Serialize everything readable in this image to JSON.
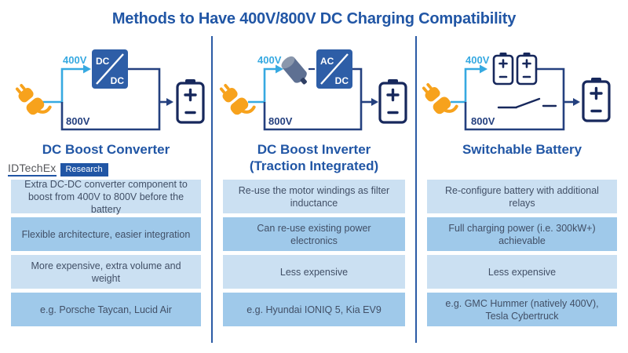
{
  "title": "Methods to Have 400V/800V DC Charging Compatibility",
  "watermark": {
    "brand": "IDTechEx",
    "tag": "Research"
  },
  "colors": {
    "title_blue": "#2156A5",
    "wire_light_blue": "#36A9E1",
    "wire_navy": "#24407F",
    "battery_navy": "#17285C",
    "converter_box_blue": "#2E5EA7",
    "plug_orange": "#F7A21C",
    "motor_gray_blue": "#5E7092",
    "box_light": "#CBE0F2",
    "box_dark": "#9FC9EA",
    "box_text": "#414F66"
  },
  "columns": [
    {
      "heading": "DC Boost Converter",
      "diagram": {
        "top_label": "400V",
        "bottom_label": "800V",
        "converter_top": "DC",
        "converter_bottom": "DC"
      },
      "points": [
        "Extra DC-DC converter component to boost from 400V to 800V before the battery",
        "Flexible architecture, easier integration",
        "More expensive, extra volume and weight",
        "e.g. Porsche Taycan, Lucid Air"
      ]
    },
    {
      "heading": "DC Boost Inverter",
      "heading_sub": "(Traction Integrated)",
      "diagram": {
        "top_label": "400V",
        "bottom_label": "800V",
        "converter_top": "AC",
        "converter_bottom": "DC"
      },
      "points": [
        "Re-use the motor windings as filter inductance",
        "Can re-use existing power electronics",
        "Less expensive",
        "e.g. Hyundai IONIQ 5, Kia EV9"
      ]
    },
    {
      "heading": "Switchable Battery",
      "diagram": {
        "top_label": "400V",
        "bottom_label": "800V"
      },
      "points": [
        "Re-configure battery with additional relays",
        "Full charging power (i.e. 300kW+) achievable",
        "Less expensive",
        "e.g. GMC Hummer (natively 400V), Tesla Cybertruck"
      ]
    }
  ]
}
